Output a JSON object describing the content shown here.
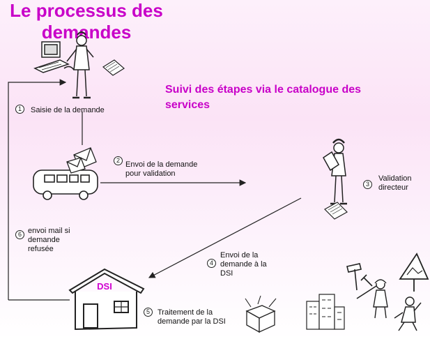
{
  "title": "Le processus des demandes",
  "subtitle": "Suivi des étapes via le catalogue des services",
  "dsi_label": "DSI",
  "steps": [
    {
      "number": "1",
      "label": "Saisie de la demande"
    },
    {
      "number": "2",
      "label": "Envoi de la demande pour validation"
    },
    {
      "number": "3",
      "label": "Validation directeur"
    },
    {
      "number": "4",
      "label": "Envoi de la demande à la DSI"
    },
    {
      "number": "5",
      "label": "Traitement de la demande par la DSI"
    },
    {
      "number": "6",
      "label": "envoi mail si demande refusée"
    }
  ],
  "colors": {
    "title": "#c800c8",
    "dsi_text": "#d000d0",
    "line": "#222222"
  }
}
